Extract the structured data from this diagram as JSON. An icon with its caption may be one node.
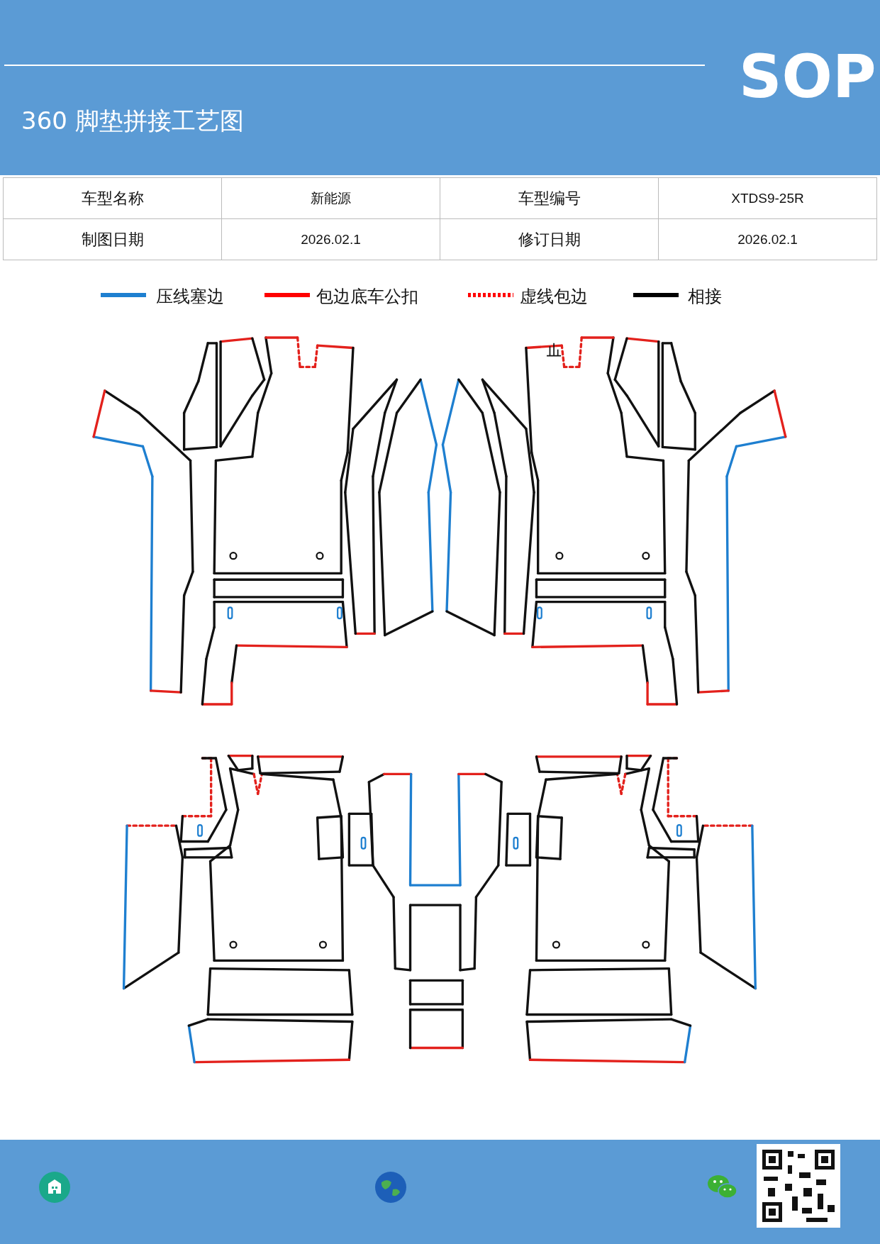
{
  "diagram": {
    "title": "360 脚垫拼接工艺图",
    "labels": [
      "SOP",
      "车型名称",
      "新能源",
      "车型编号",
      "XTDS9-25R",
      "制图日期",
      "2026.02.1",
      "修订日期",
      "2026.02.1"
    ],
    "legend": [
      {
        "text": "压线塞边"
      },
      {
        "text": "包边底车公扣"
      },
      {
        "text": "虚线包边"
      },
      {
        "text": "相接"
      }
    ]
  }
}
